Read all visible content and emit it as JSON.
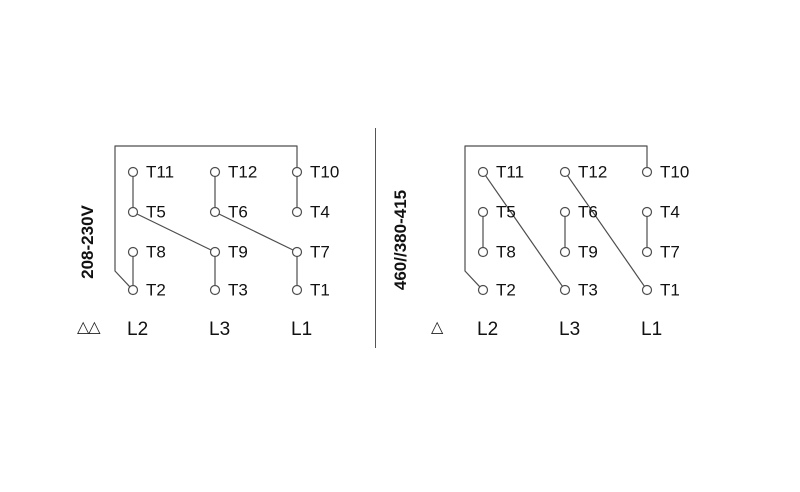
{
  "page": {
    "background": "#ffffff"
  },
  "colors": {
    "line": "#4d4d4d",
    "text": "#111111"
  },
  "diagrams": [
    {
      "voltage_label": "208-230V",
      "connection_symbol": "△△",
      "connection_name": "double-delta-icon",
      "terminals": [
        "T11",
        "T12",
        "T10",
        "T5",
        "T6",
        "T4",
        "T8",
        "T9",
        "T7",
        "T2",
        "T3",
        "T1"
      ],
      "line_labels": [
        "L2",
        "L3",
        "L1"
      ]
    },
    {
      "voltage_label": "460//380-415",
      "connection_symbol": "△",
      "connection_name": "delta-icon",
      "terminals": [
        "T11",
        "T12",
        "T10",
        "T5",
        "T6",
        "T4",
        "T8",
        "T9",
        "T7",
        "T2",
        "T3",
        "T1"
      ],
      "line_labels": [
        "L2",
        "L3",
        "L1"
      ]
    }
  ]
}
